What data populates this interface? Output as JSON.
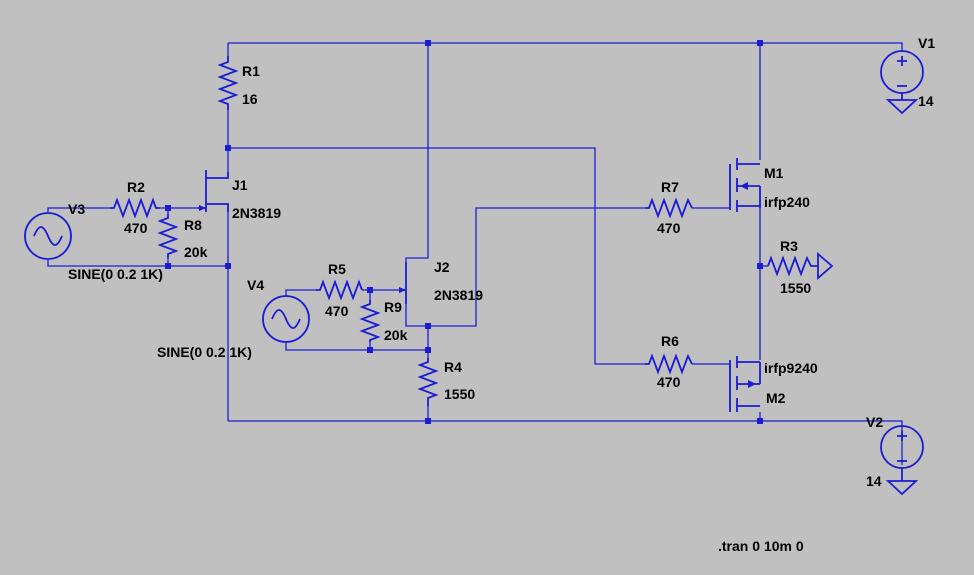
{
  "schematic": {
    "components": [
      {
        "id": "v1",
        "name": "V1",
        "value": "14"
      },
      {
        "id": "v2",
        "name": "V2",
        "value": "14"
      },
      {
        "id": "v3",
        "name": "V3",
        "value": "SINE(0 0.2 1K)"
      },
      {
        "id": "v4",
        "name": "V4",
        "value": "SINE(0 0.2 1K)"
      },
      {
        "id": "r1",
        "name": "R1",
        "value": "16"
      },
      {
        "id": "r2",
        "name": "R2",
        "value": "470"
      },
      {
        "id": "r3",
        "name": "R3",
        "value": "1550"
      },
      {
        "id": "r4",
        "name": "R4",
        "value": "1550"
      },
      {
        "id": "r5",
        "name": "R5",
        "value": "470"
      },
      {
        "id": "r6",
        "name": "R6",
        "value": "470"
      },
      {
        "id": "r7",
        "name": "R7",
        "value": "470"
      },
      {
        "id": "r8",
        "name": "R8",
        "value": "20k"
      },
      {
        "id": "r9",
        "name": "R9",
        "value": "20k"
      },
      {
        "id": "j1",
        "name": "J1",
        "value": "2N3819"
      },
      {
        "id": "j2",
        "name": "J2",
        "value": "2N3819"
      },
      {
        "id": "m1",
        "name": "M1",
        "value": "irfp240"
      },
      {
        "id": "m2",
        "name": "M2",
        "value": "irfp9240"
      }
    ],
    "directive": ".tran 0 10m 0"
  },
  "colors": {
    "background": "#c0c0c0",
    "wire": "#1c1cd4",
    "text": "#000000"
  }
}
